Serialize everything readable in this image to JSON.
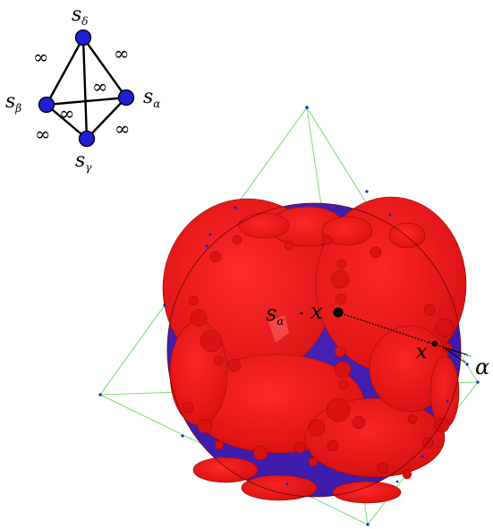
{
  "graph": {
    "nodes": [
      {
        "id": "delta",
        "base": "s",
        "sub": "δ"
      },
      {
        "id": "beta",
        "base": "s",
        "sub": "β"
      },
      {
        "id": "alpha",
        "base": "s",
        "sub": "α"
      },
      {
        "id": "gamma",
        "base": "s",
        "sub": "γ"
      }
    ],
    "edge_label": "∞",
    "node_color": "#1f1fd6"
  },
  "figure": {
    "sphere_color": "#e01010",
    "packing_color": "#1f1fcf",
    "frame_color": "#7ee07e",
    "label_s_base": "s",
    "label_s_sub": "α",
    "label_x_center": "x",
    "label_x_prime": "x",
    "label_x_prime_mark": "′",
    "label_alpha": "α"
  }
}
